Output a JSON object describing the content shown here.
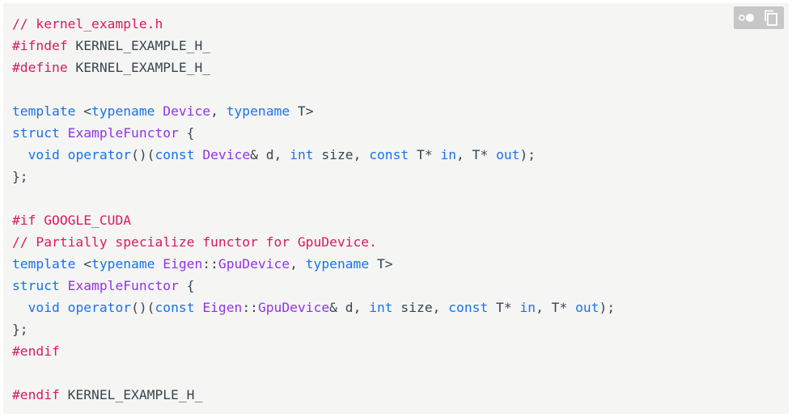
{
  "toolbar": {
    "theme_toggle_icon": "dark-light-toggle-icon",
    "copy_icon": "copy-icon"
  },
  "code": {
    "language": "cpp",
    "lines": [
      [
        {
          "t": "comment",
          "v": "// kernel_example.h"
        }
      ],
      [
        {
          "t": "macro",
          "v": "#ifndef"
        },
        {
          "t": "plain",
          "v": " KERNEL_EXAMPLE_H_"
        }
      ],
      [
        {
          "t": "macro",
          "v": "#define"
        },
        {
          "t": "plain",
          "v": " KERNEL_EXAMPLE_H_"
        }
      ],
      [
        {
          "t": "plain",
          "v": ""
        }
      ],
      [
        {
          "t": "keyword",
          "v": "template"
        },
        {
          "t": "plain",
          "v": " <"
        },
        {
          "t": "keyword",
          "v": "typename"
        },
        {
          "t": "plain",
          "v": " "
        },
        {
          "t": "type",
          "v": "Device"
        },
        {
          "t": "plain",
          "v": ", "
        },
        {
          "t": "keyword",
          "v": "typename"
        },
        {
          "t": "plain",
          "v": " T>"
        }
      ],
      [
        {
          "t": "keyword",
          "v": "struct"
        },
        {
          "t": "plain",
          "v": " "
        },
        {
          "t": "type",
          "v": "ExampleFunctor"
        },
        {
          "t": "plain",
          "v": " {"
        }
      ],
      [
        {
          "t": "plain",
          "v": "  "
        },
        {
          "t": "keyword",
          "v": "void"
        },
        {
          "t": "plain",
          "v": " "
        },
        {
          "t": "keyword",
          "v": "operator"
        },
        {
          "t": "plain",
          "v": "()("
        },
        {
          "t": "keyword",
          "v": "const"
        },
        {
          "t": "plain",
          "v": " "
        },
        {
          "t": "type",
          "v": "Device"
        },
        {
          "t": "plain",
          "v": "& d, "
        },
        {
          "t": "keyword",
          "v": "int"
        },
        {
          "t": "plain",
          "v": " size, "
        },
        {
          "t": "keyword",
          "v": "const"
        },
        {
          "t": "plain",
          "v": " T* "
        },
        {
          "t": "keyword",
          "v": "in"
        },
        {
          "t": "plain",
          "v": ", T* "
        },
        {
          "t": "keyword",
          "v": "out"
        },
        {
          "t": "plain",
          "v": ");"
        }
      ],
      [
        {
          "t": "plain",
          "v": "};"
        }
      ],
      [
        {
          "t": "plain",
          "v": ""
        }
      ],
      [
        {
          "t": "macro",
          "v": "#if"
        },
        {
          "t": "macro",
          "v": " GOOGLE_CUDA"
        }
      ],
      [
        {
          "t": "comment",
          "v": "// Partially specialize functor for GpuDevice."
        }
      ],
      [
        {
          "t": "keyword",
          "v": "template"
        },
        {
          "t": "plain",
          "v": " <"
        },
        {
          "t": "keyword",
          "v": "typename"
        },
        {
          "t": "plain",
          "v": " "
        },
        {
          "t": "type",
          "v": "Eigen"
        },
        {
          "t": "plain",
          "v": "::"
        },
        {
          "t": "type",
          "v": "GpuDevice"
        },
        {
          "t": "plain",
          "v": ", "
        },
        {
          "t": "keyword",
          "v": "typename"
        },
        {
          "t": "plain",
          "v": " T>"
        }
      ],
      [
        {
          "t": "keyword",
          "v": "struct"
        },
        {
          "t": "plain",
          "v": " "
        },
        {
          "t": "type",
          "v": "ExampleFunctor"
        },
        {
          "t": "plain",
          "v": " {"
        }
      ],
      [
        {
          "t": "plain",
          "v": "  "
        },
        {
          "t": "keyword",
          "v": "void"
        },
        {
          "t": "plain",
          "v": " "
        },
        {
          "t": "keyword",
          "v": "operator"
        },
        {
          "t": "plain",
          "v": "()("
        },
        {
          "t": "keyword",
          "v": "const"
        },
        {
          "t": "plain",
          "v": " "
        },
        {
          "t": "type",
          "v": "Eigen"
        },
        {
          "t": "plain",
          "v": "::"
        },
        {
          "t": "type",
          "v": "GpuDevice"
        },
        {
          "t": "plain",
          "v": "& d, "
        },
        {
          "t": "keyword",
          "v": "int"
        },
        {
          "t": "plain",
          "v": " size, "
        },
        {
          "t": "keyword",
          "v": "const"
        },
        {
          "t": "plain",
          "v": " T* "
        },
        {
          "t": "keyword",
          "v": "in"
        },
        {
          "t": "plain",
          "v": ", T* "
        },
        {
          "t": "keyword",
          "v": "out"
        },
        {
          "t": "plain",
          "v": ");"
        }
      ],
      [
        {
          "t": "plain",
          "v": "};"
        }
      ],
      [
        {
          "t": "macro",
          "v": "#endif"
        }
      ],
      [
        {
          "t": "plain",
          "v": ""
        }
      ],
      [
        {
          "t": "macro",
          "v": "#endif"
        },
        {
          "t": "plain",
          "v": " KERNEL_EXAMPLE_H_"
        }
      ]
    ]
  },
  "colors": {
    "background": "#f5f5f4",
    "comment": "#d81b60",
    "keyword": "#1a73e8",
    "type": "#9334e6",
    "plain": "#37474f",
    "toolbar_bg": "#c7c7c7"
  }
}
